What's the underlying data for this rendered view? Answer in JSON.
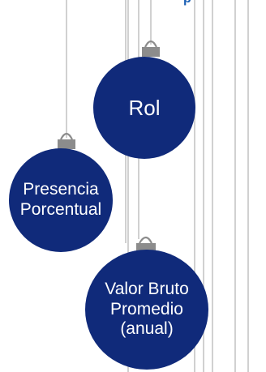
{
  "header": {
    "cut_off_text": "p"
  },
  "ornaments": [
    {
      "id": "rol",
      "label": "Rol"
    },
    {
      "id": "presencia",
      "label": "Presencia\nPorcentual"
    },
    {
      "id": "valor",
      "label": "Valor Bruto\nPromedio\n(anual)"
    }
  ],
  "colors": {
    "ornament_fill": "#102a7a",
    "ornament_text": "#ffffff",
    "cap": "#8c8c8c",
    "string": "#bdbdbd",
    "top_text": "#1a5fb4"
  }
}
